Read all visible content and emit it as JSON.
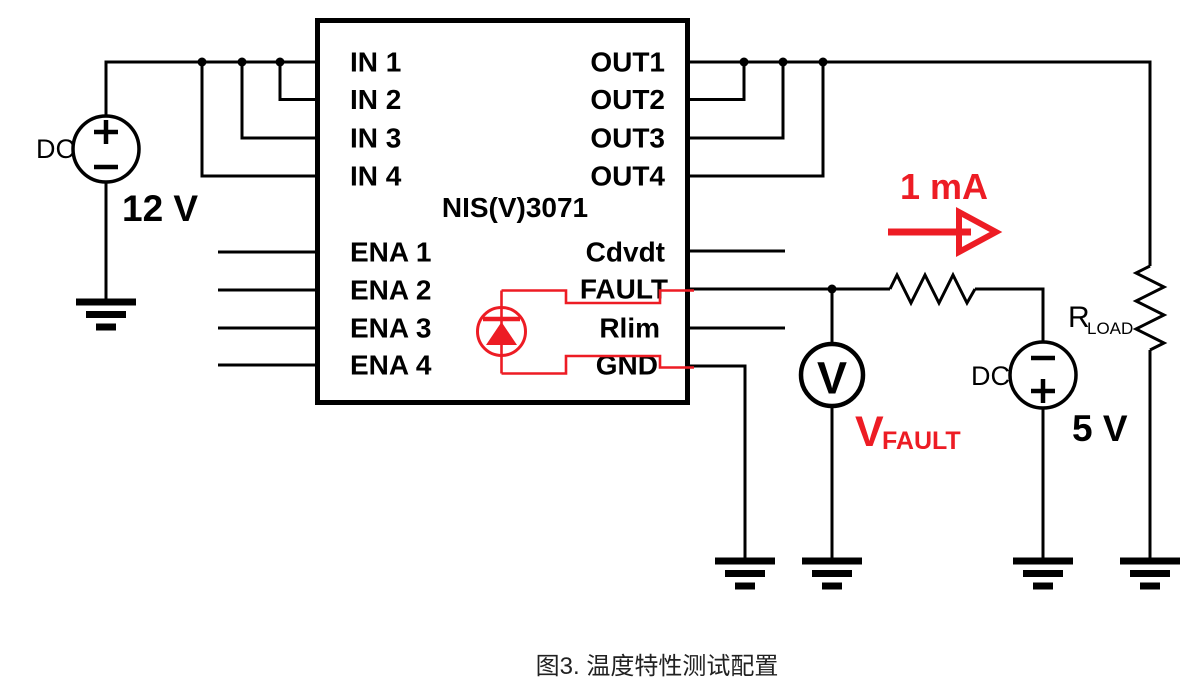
{
  "figure": {
    "caption": "图3. 温度特性测试配置"
  },
  "chip": {
    "name": "NIS(V)3071",
    "left_pins": [
      "IN 1",
      "IN 2",
      "IN 3",
      "IN 4",
      "ENA 1",
      "ENA 2",
      "ENA 3",
      "ENA 4"
    ],
    "right_pins": [
      "OUT1",
      "OUT2",
      "OUT3",
      "OUT4",
      "Cdvdt",
      "FAULT",
      "Rlim",
      "GND"
    ]
  },
  "sources": {
    "supply_12v": {
      "label": "DC",
      "value": "12 V",
      "polarity_top": "+",
      "polarity_bottom": "−"
    },
    "bias_5v": {
      "label": "DC",
      "value": "5 V",
      "polarity_top": "−",
      "polarity_bottom": "+"
    }
  },
  "meter": {
    "glyph": "V",
    "name": "V",
    "subscript": "FAULT"
  },
  "load": {
    "name": "R",
    "subscript": "LOAD"
  },
  "annotations": {
    "current": "1 mA"
  },
  "colors": {
    "wire": "#000000",
    "highlight_red": "#ed1c24",
    "caption_text": "#212121"
  }
}
